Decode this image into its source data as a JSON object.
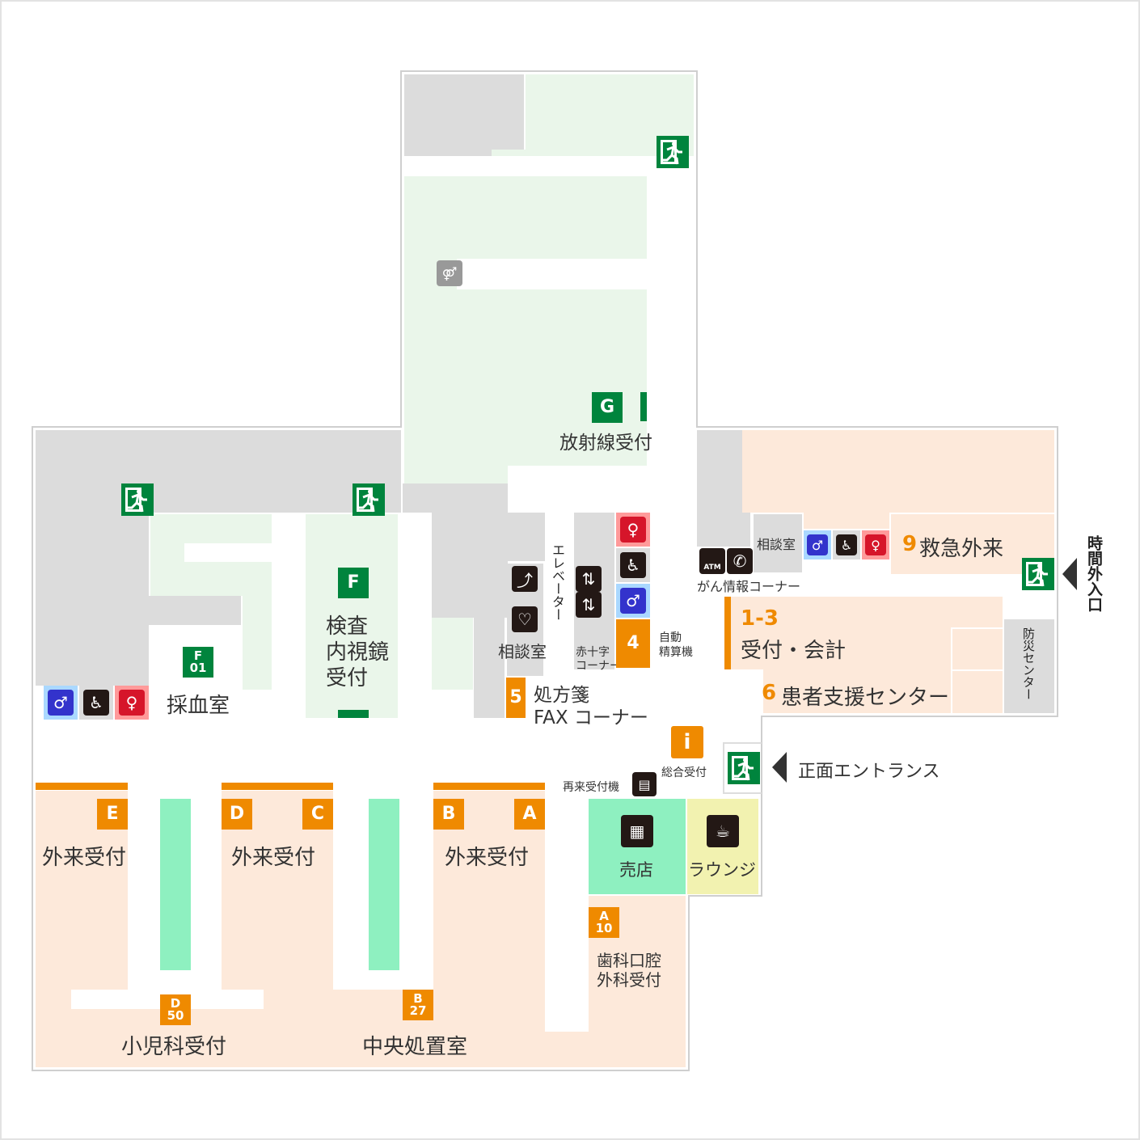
{
  "colors": {
    "gray": "#dcdcdc",
    "light_green": "#eaf6ea",
    "peach": "#fde9da",
    "orange": "#ef8a00",
    "exit_green": "#00843d",
    "shop_mint": "#8ef0c0",
    "lounge_yellow": "#f2f2b0",
    "male_blue": "#3333cc",
    "female_red": "#d6152a"
  },
  "radiology": {
    "code": "G",
    "label": "放射線受付"
  },
  "exam": {
    "code": "F",
    "line1": "検査",
    "line2": "内視鏡",
    "line3": "受付"
  },
  "blood": {
    "code_top": "F",
    "code_bottom": "01",
    "label": "採血室"
  },
  "elevator": "エレベーター",
  "consult_left": "相談室",
  "red_cross": {
    "line1": "赤十字",
    "line2": "コーナー"
  },
  "auto_pay": {
    "code": "4",
    "line1": "自動",
    "line2": "精算機"
  },
  "prescription": {
    "code": "5",
    "line1": "処方箋",
    "line2": "FAX コーナー"
  },
  "cancer_info": {
    "label": "がん情報コーナー",
    "atm": "ATM"
  },
  "consult_right": "相談室",
  "emergency": {
    "code": "9",
    "label": "救急外来"
  },
  "after_hours": "時間外入口",
  "reception": {
    "code": "1-3",
    "label": "受付・会計"
  },
  "patient_support": {
    "code": "6",
    "label": "患者支援センター"
  },
  "disaster_center": "防災センター",
  "info": {
    "code": "i",
    "label": "総合受付"
  },
  "revisit_machine": "再来受付機",
  "entrance": "正面エントランス",
  "shop": "売店",
  "lounge": "ラウンジ",
  "outpatient": [
    {
      "codes": [
        "E"
      ],
      "label": "外来受付"
    },
    {
      "codes": [
        "D",
        "C"
      ],
      "label": "外来受付"
    },
    {
      "codes": [
        "B",
        "A"
      ],
      "label": "外来受付"
    }
  ],
  "pediatrics": {
    "code_top": "D",
    "code_bottom": "50",
    "label": "小児科受付"
  },
  "treatment": {
    "code_top": "B",
    "code_bottom": "27",
    "label": "中央処置室"
  },
  "dental": {
    "code_top": "A",
    "code_bottom": "10",
    "line1": "歯科口腔",
    "line2": "外科受付"
  },
  "icons": [
    "emergency-exit",
    "restroom-male",
    "restroom-female",
    "accessible-restroom",
    "restroom",
    "elevator",
    "escalator",
    "heart",
    "atm",
    "telephone",
    "information",
    "reception-machine",
    "shop",
    "coffee",
    "arrow-left"
  ]
}
